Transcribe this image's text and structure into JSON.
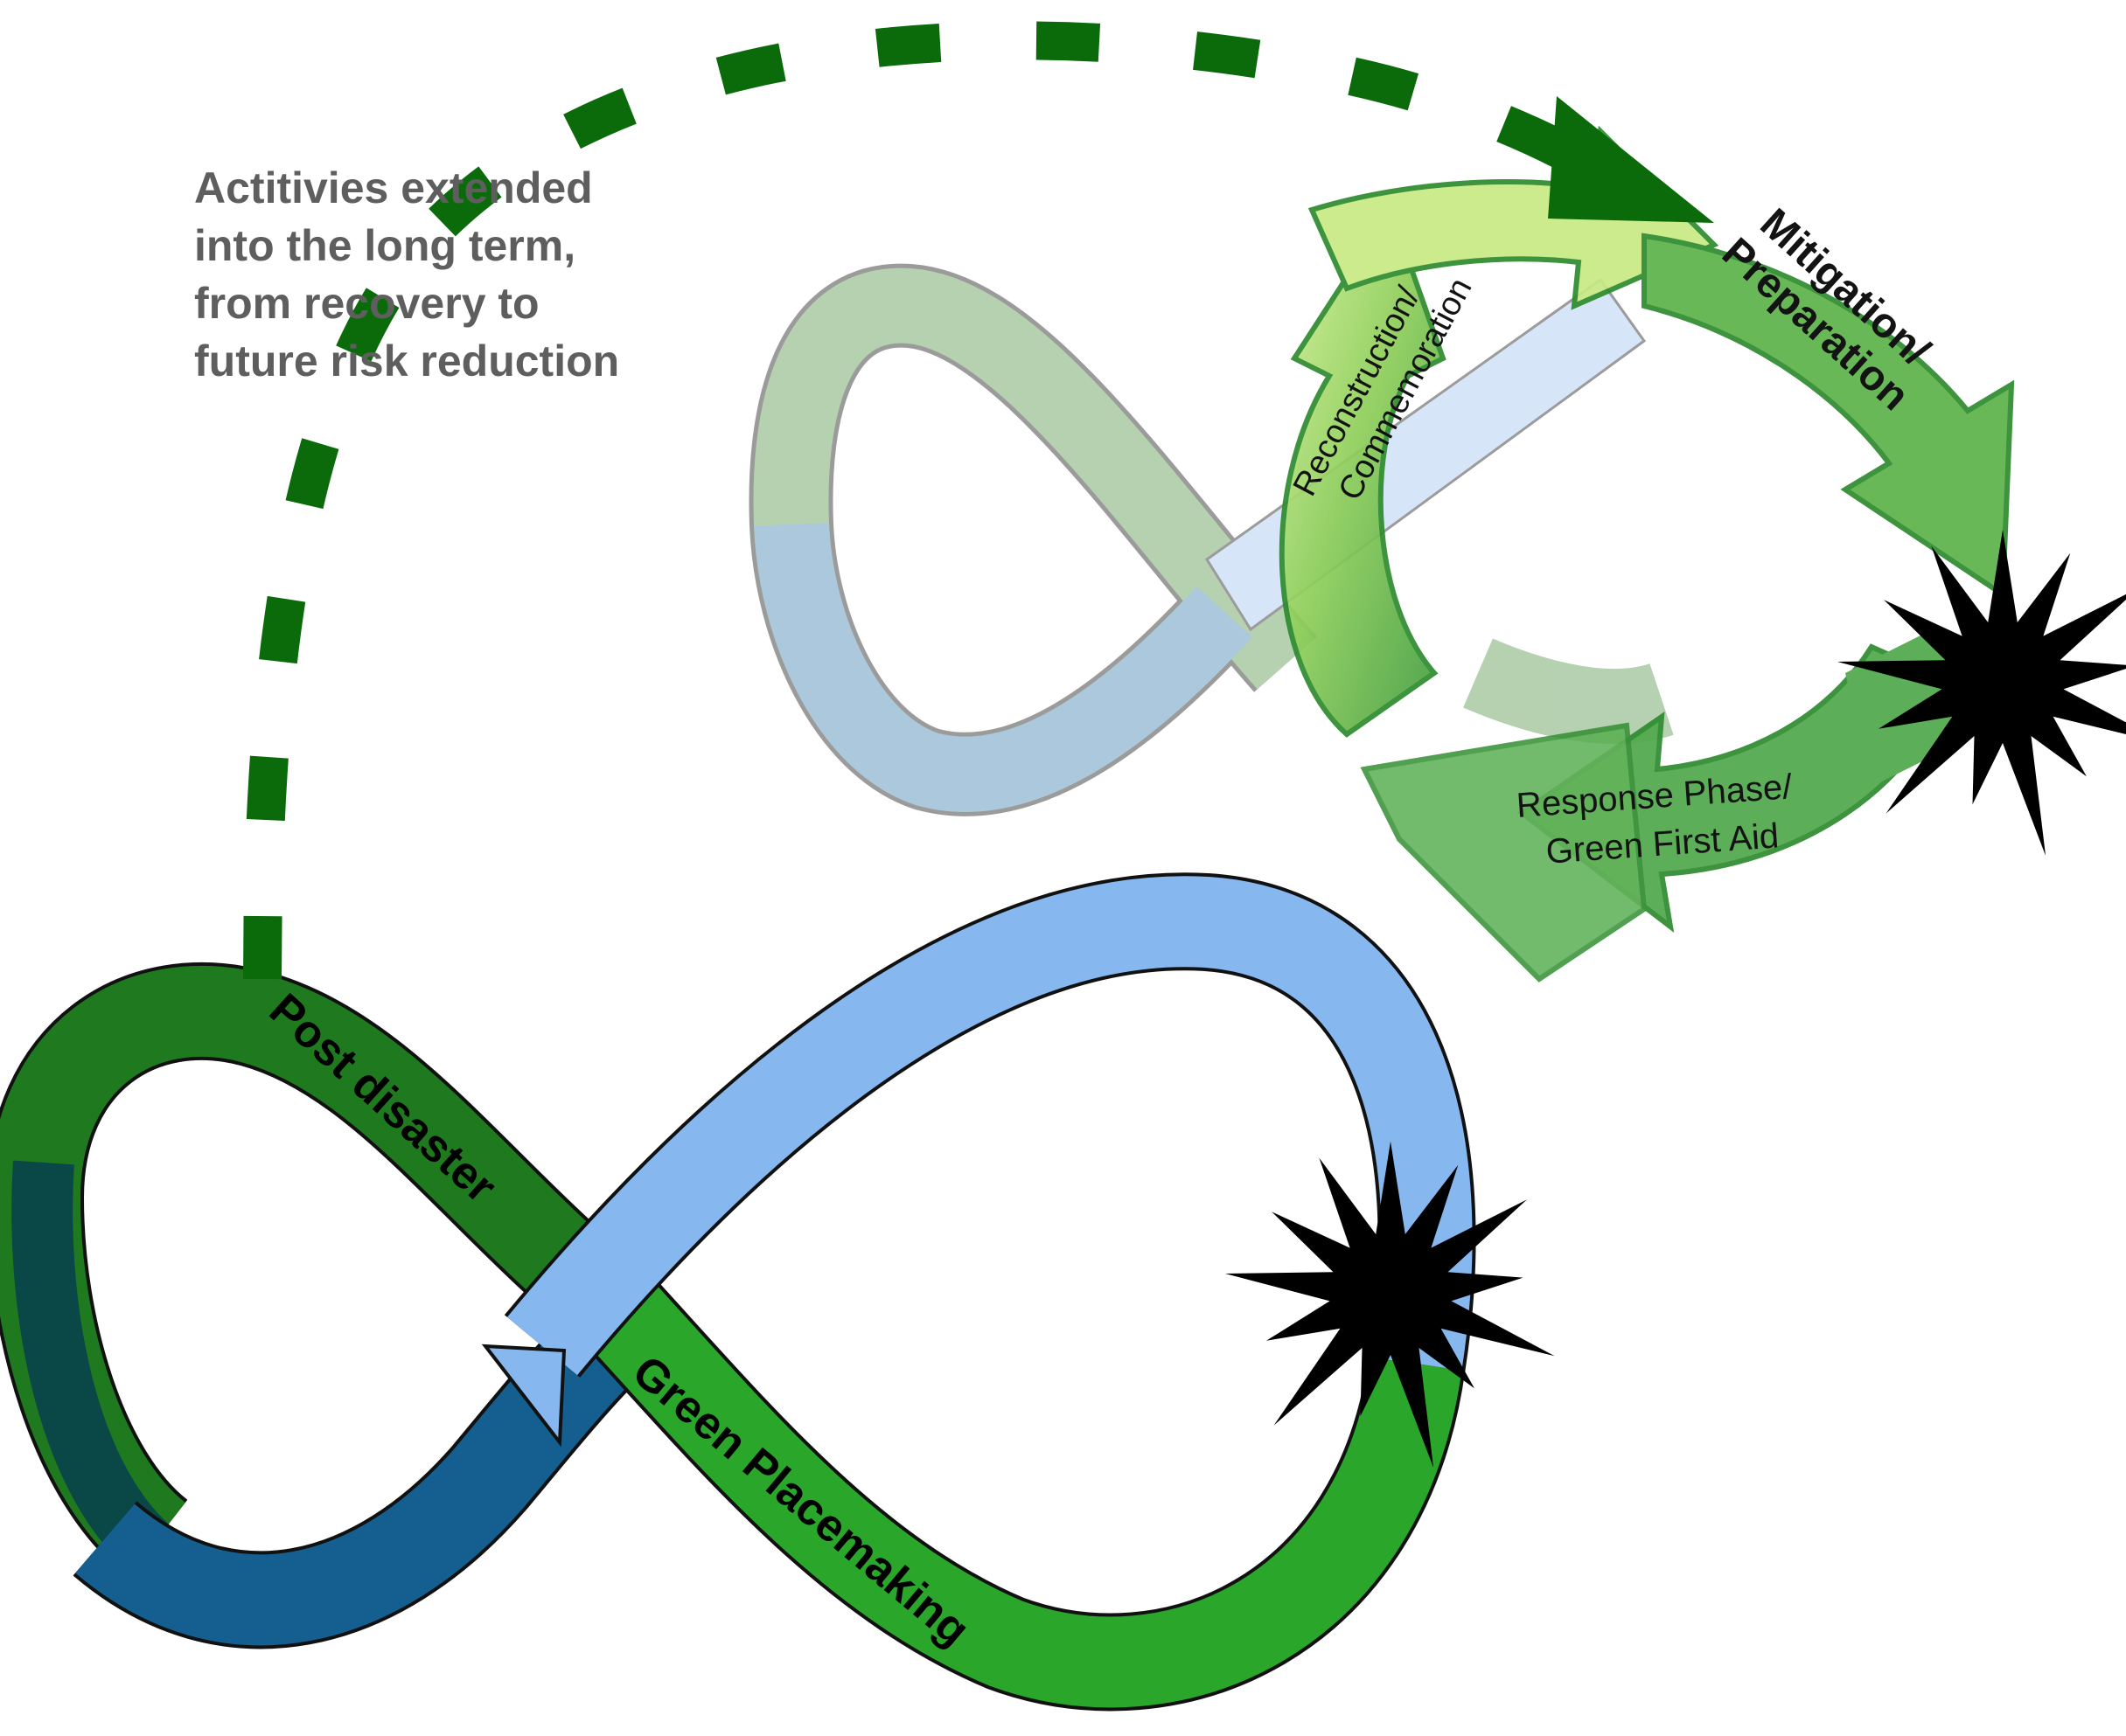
{
  "caption": {
    "lines": [
      "Actitivies extended",
      "into the long term,",
      "from recovery to",
      "future risk reduction"
    ]
  },
  "cycle": {
    "mitigation": [
      "Mitigation/",
      "Preparation"
    ],
    "reconstruction": [
      "Reconstruction/",
      "Commemoration"
    ],
    "response": [
      "Response Phase/",
      "Green First Aid"
    ]
  },
  "loop": {
    "post_disaster": "Post disaster",
    "green_placemaking": "Green Placemaking"
  },
  "colors": {
    "dashed_arrow": "#0b6b0b",
    "big_loop_green": "#1f7a1f",
    "big_loop_light_green": "#2aa62a",
    "big_loop_light_blue": "#86b8ef",
    "big_loop_dark_blue": "#145f8f",
    "cycle_light": "#c9ec86",
    "cycle_dark": "#3d9a3d",
    "faded_loop_green": "#a8cba2",
    "faded_loop_blue": "#9dbfd6",
    "burst": "#000000"
  },
  "icons": [
    "dashed-arrow-icon",
    "disaster-burst-icon",
    "cycle-arrow-icon",
    "infinity-loop-icon"
  ]
}
